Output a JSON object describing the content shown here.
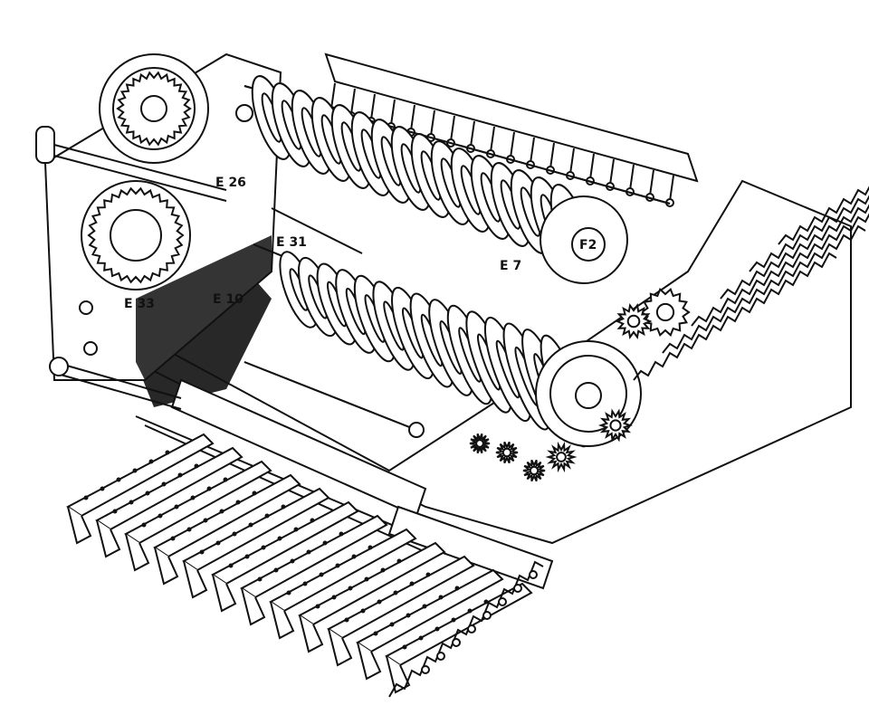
{
  "figure": {
    "labels": {
      "e33": "E 33",
      "e31": "E 31",
      "e7": "E 7",
      "e26": "E 26",
      "f2": "F2",
      "e10": "E 10"
    }
  }
}
